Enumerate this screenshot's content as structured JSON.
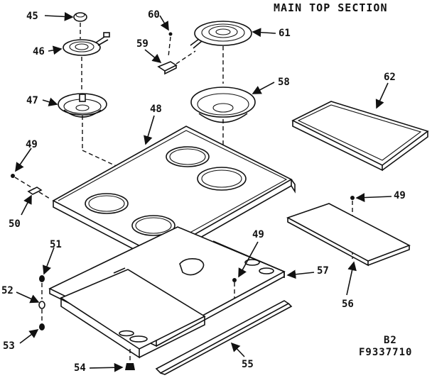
{
  "title": "MAIN TOP SECTION",
  "page_code": "B2",
  "part_code": "F9337710",
  "callouts": {
    "p45": "45",
    "p46": "46",
    "p47": "47",
    "p48": "48",
    "p49a": "49",
    "p50": "50",
    "p51": "51",
    "p52": "52",
    "p53": "53",
    "p54": "54",
    "p55": "55",
    "p56": "56",
    "p57": "57",
    "p58": "58",
    "p59": "59",
    "p60": "60",
    "p61": "61",
    "p62": "62",
    "p49b": "49",
    "p49c": "49"
  }
}
